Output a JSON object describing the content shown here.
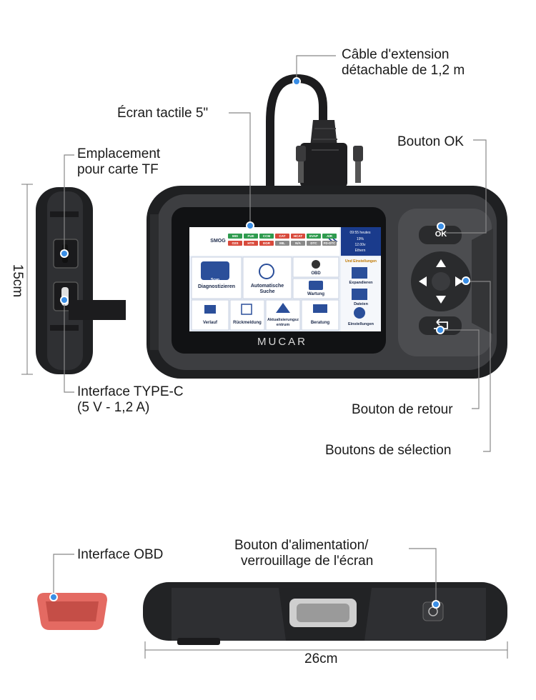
{
  "labels": {
    "cable": [
      "Câble d'extension",
      "détachable de 1,2 m"
    ],
    "screen": "Écran tactile 5\"",
    "ok_button": "Bouton OK",
    "tf_slot": [
      "Emplacement",
      "pour carte TF"
    ],
    "height": "15cm",
    "type_c": [
      "Interface TYPE-C",
      "(5 V - 1,2 A)"
    ],
    "back_button": "Bouton de retour",
    "select_buttons": "Boutons de sélection",
    "obd": "Interface OBD",
    "power": [
      "Bouton d'alimentation/",
      "verrouillage de l'écran"
    ],
    "width": "26cm"
  },
  "device": {
    "brand": "MUCAR",
    "ok_key": "OK"
  },
  "screen_ui": {
    "smog": "SMOG",
    "chips_row1": [
      "MIS",
      "FUE",
      "CCM",
      "CAT",
      "HCAT",
      "EVAP",
      "AIR"
    ],
    "chips_row2": [
      "O2S",
      "HTR",
      "EGR",
      "MIL",
      "N/A",
      "DTC",
      "FD-DTC"
    ],
    "status": [
      "09:55 heutes",
      "19%",
      "12.00v",
      "Ethern"
    ],
    "tiles": {
      "diag": "Diagnostizieren",
      "scan": "Scan",
      "auto": [
        "Automatische",
        "Suche"
      ],
      "obd": "OBD",
      "wartung": "Wartung",
      "verlauf": "Verlauf",
      "rueck": "Rückmeldung",
      "aktual": [
        "Aktualisierungsz",
        "entrum"
      ],
      "beratung": "Beratung",
      "side_head": "Und Einstellungen",
      "expand": "Expandieren",
      "dateien": "Dateien",
      "einst": "Einstellungen"
    }
  },
  "colors": {
    "device_body": "#2b2c2e",
    "device_frame": "#4a4b4e",
    "screen_bg": "#e9eef6",
    "accent_dot": "#3a8ee6",
    "obd_plug": "#e46a62"
  }
}
